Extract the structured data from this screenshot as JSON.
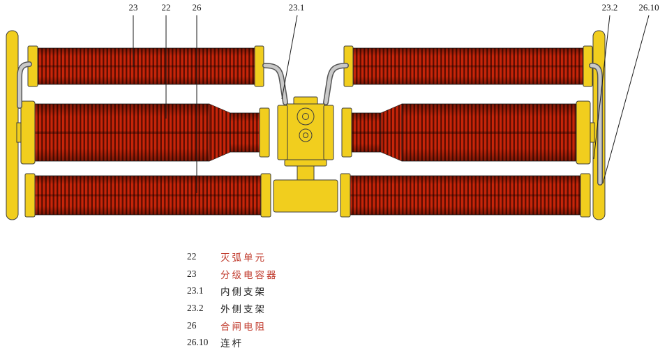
{
  "callouts": [
    {
      "id": "23",
      "text": "23"
    },
    {
      "id": "22",
      "text": "22"
    },
    {
      "id": "26",
      "text": "26"
    },
    {
      "id": "23.1",
      "text": "23.1"
    },
    {
      "id": "23.2",
      "text": "23.2"
    },
    {
      "id": "26.10",
      "text": "26.10"
    }
  ],
  "legend": {
    "rows": [
      {
        "num": "22",
        "label": "灭弧单元",
        "color": "#c0392b"
      },
      {
        "num": "23",
        "label": "分级电容器",
        "color": "#c0392b"
      },
      {
        "num": "23.1",
        "label": "内侧支架",
        "color": "#1a1a1a"
      },
      {
        "num": "23.2",
        "label": "外侧支架",
        "color": "#1a1a1a"
      },
      {
        "num": "26",
        "label": "合闸电阻",
        "color": "#c0392b"
      },
      {
        "num": "26.10",
        "label": "连杆",
        "color": "#1a1a1a"
      }
    ]
  },
  "colors": {
    "fin_red": "#c8250a",
    "fin_gap_dark": "#570c00",
    "fitting_yellow": "#f1ce1e",
    "bracket_gray": "#c9c9c9",
    "outline": "#333333",
    "label_red": "#c0392b",
    "label_black": "#1a1a1a"
  }
}
